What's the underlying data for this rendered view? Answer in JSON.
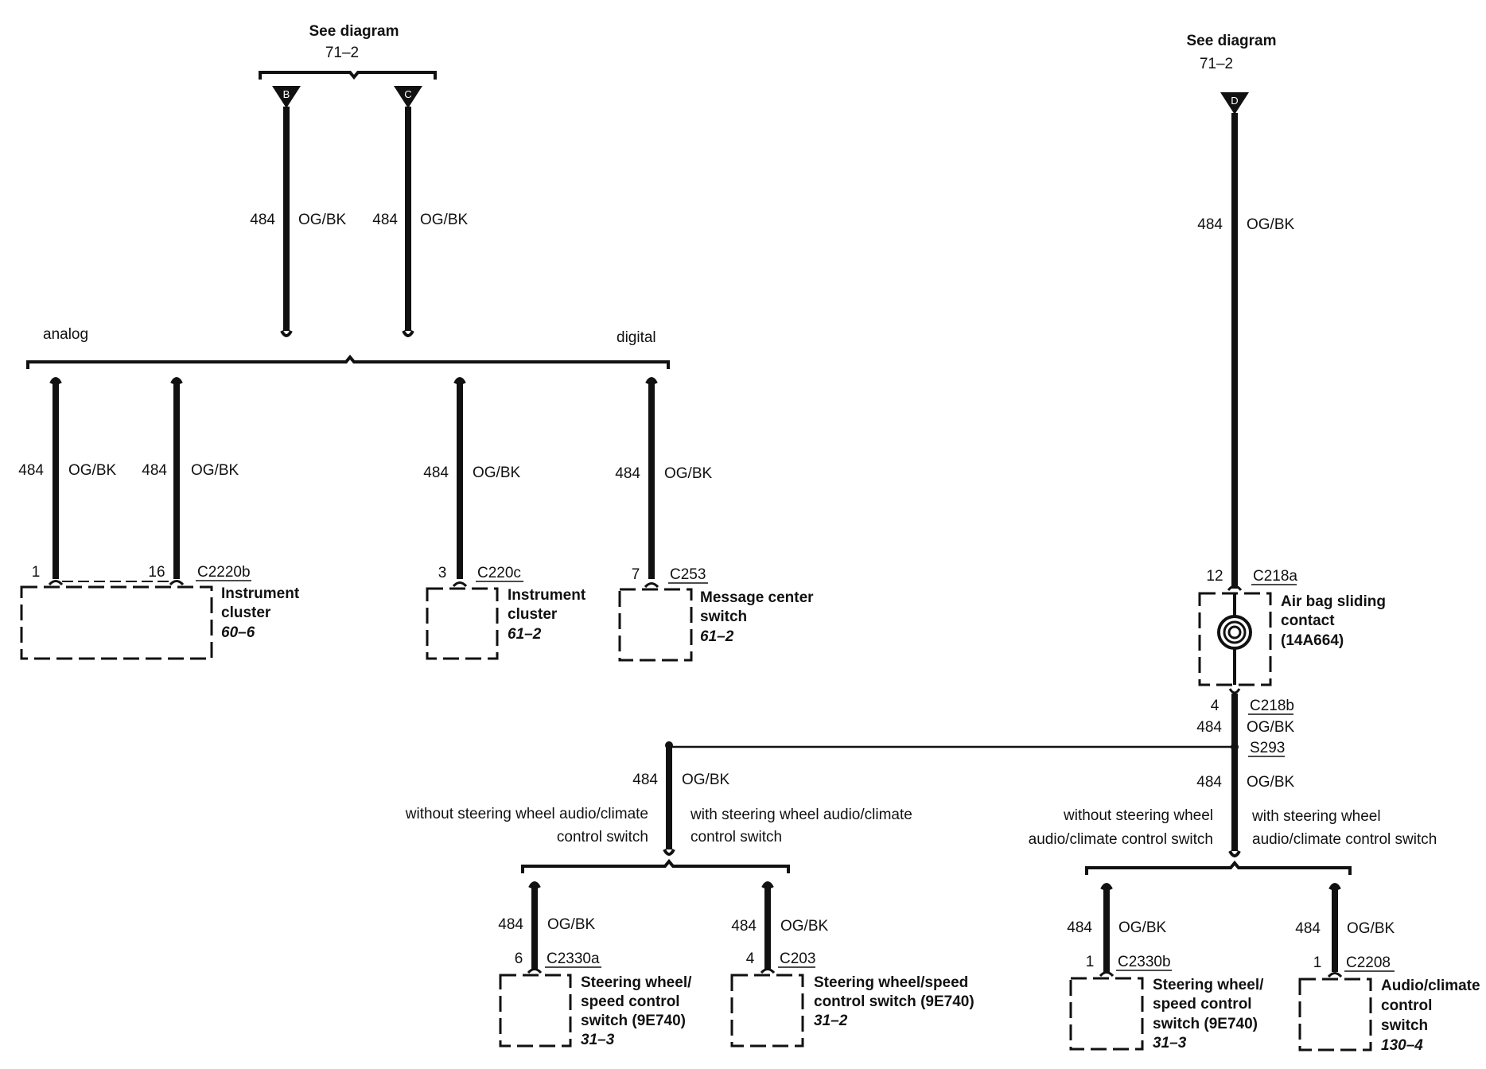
{
  "refs": {
    "top_left_label": "See diagram",
    "top_left_num": "71–2",
    "top_right_label": "See diagram",
    "top_right_num": "71–2",
    "tri_b": "B",
    "tri_c": "C",
    "tri_d": "D"
  },
  "wire": {
    "circuit": "484",
    "color": "OG/BK"
  },
  "branch": {
    "analog": "analog",
    "digital": "digital"
  },
  "connectors": {
    "c2220b": {
      "pin_a": "1",
      "pin_b": "16",
      "id": "C2220b",
      "name1": "Instrument",
      "name2": "cluster",
      "ref": "60–6"
    },
    "c220c": {
      "pin": "3",
      "id": "C220c",
      "name1": "Instrument",
      "name2": "cluster",
      "ref": "61–2"
    },
    "c253": {
      "pin": "7",
      "id": "C253",
      "name1": "Message center",
      "name2": "switch",
      "ref": "61–2"
    },
    "c218a": {
      "pin": "12",
      "id": "C218a",
      "name1": "Air bag sliding",
      "name2": "contact",
      "name3": "(14A664)"
    },
    "c218b": {
      "pin": "4",
      "id": "C218b"
    },
    "s293": {
      "id": "S293"
    },
    "c2330a": {
      "pin": "6",
      "id": "C2330a",
      "name1": "Steering wheel/",
      "name2": "speed control",
      "name3": "switch (9E740)",
      "ref": "31–3"
    },
    "c203": {
      "pin": "4",
      "id": "C203",
      "name1": "Steering wheel/speed",
      "name2": "control switch (9E740)",
      "ref": "31–2"
    },
    "c2330b": {
      "pin": "1",
      "id": "C2330b",
      "name1": "Steering wheel/",
      "name2": "speed control",
      "name3": "switch (9E740)",
      "ref": "31–3"
    },
    "c2208": {
      "pin": "1",
      "id": "C2208",
      "name1": "Audio/climate",
      "name2": "control",
      "name3": "switch",
      "ref": "130–4"
    }
  },
  "options": {
    "left_without_1": "without steering wheel audio/climate",
    "left_without_2": "control switch",
    "left_with_1": "with steering wheel audio/climate",
    "left_with_2": "control switch",
    "right_without_1": "without steering wheel",
    "right_without_2": "audio/climate control switch",
    "right_with_1": "with steering wheel",
    "right_with_2": "audio/climate control switch"
  }
}
